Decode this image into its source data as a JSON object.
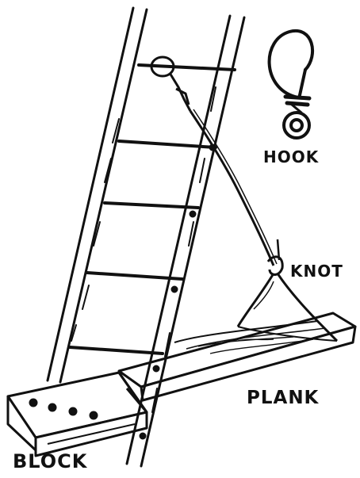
{
  "labels": {
    "hook": "HOOK",
    "knot": "KNOT",
    "plank": "PLANK",
    "block": "BLOCK"
  },
  "colors": {
    "ink": "#111111",
    "paper": "#ffffff"
  },
  "icons": {
    "hook": "snap-hook-icon"
  }
}
